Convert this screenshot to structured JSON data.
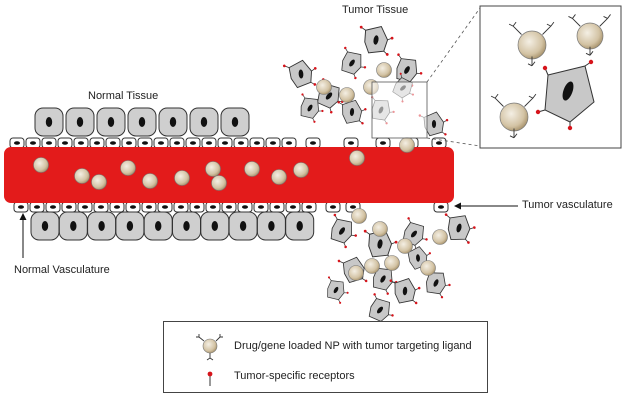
{
  "labels": {
    "normal_tissue": "Normal Tissue",
    "tumor_tissue": "Tumor Tissue",
    "tumor_vasculature": "Tumor vasculature",
    "normal_vasculature": "Normal Vasculature"
  },
  "legend": {
    "np_text": "Drug/gene loaded NP with tumor targeting ligand",
    "receptor_text": "Tumor-specific receptors"
  },
  "colors": {
    "vessel": "#e31b1b",
    "cell_fill": "#cfcfcf",
    "tumor_cell_fill": "#c8c8c8",
    "nucleus": "#111111",
    "nanoparticle": "#d9cbb0",
    "receptor": "#d6141b",
    "outline": "#333333"
  }
}
